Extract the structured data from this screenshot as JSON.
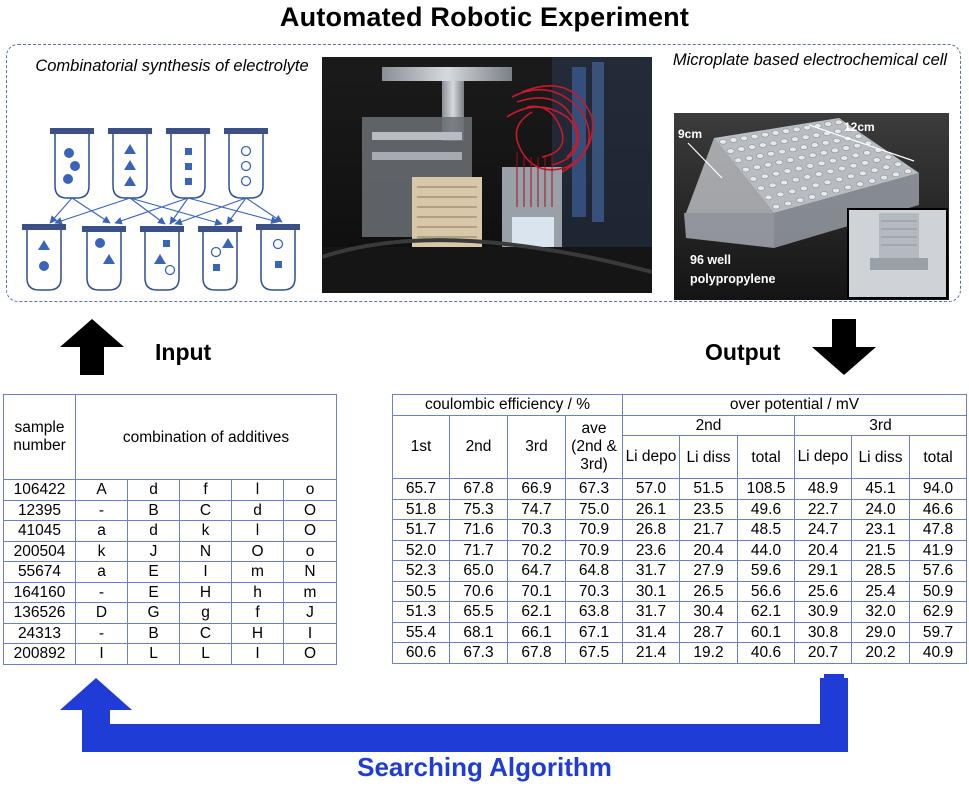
{
  "title": "Automated Robotic Experiment",
  "synthesis_caption": "Combinatorial synthesis of electrolyte",
  "cell_caption": "Microplate based electrochemical cell",
  "plate_width_label": "9cm",
  "plate_length_label": "12cm",
  "plate_material_line1": "96 well",
  "plate_material_line2": "polypropylene",
  "input_label": "Input",
  "output_label": "Output",
  "algorithm_label": "Searching Algorithm",
  "colors": {
    "accent_blue": "#1f3cd6",
    "table_border": "#6a82c4",
    "dashed_border": "#5a6fb0",
    "tube_stroke": "#2f4f8f",
    "icon_fill": "#3a64b8"
  },
  "input_table": {
    "header_sample": "sample number",
    "header_combination": "combination of additives",
    "rows": [
      {
        "id": "106422",
        "additives": [
          "A",
          "d",
          "f",
          "l",
          "o"
        ]
      },
      {
        "id": "12395",
        "additives": [
          "-",
          "B",
          "C",
          "d",
          "O"
        ]
      },
      {
        "id": "41045",
        "additives": [
          "a",
          "d",
          "k",
          "l",
          "O"
        ]
      },
      {
        "id": "200504",
        "additives": [
          "k",
          "J",
          "N",
          "O",
          "o"
        ]
      },
      {
        "id": "55674",
        "additives": [
          "a",
          "E",
          "I",
          "m",
          "N"
        ]
      },
      {
        "id": "164160",
        "additives": [
          "-",
          "E",
          "H",
          "h",
          "m"
        ]
      },
      {
        "id": "136526",
        "additives": [
          "D",
          "G",
          "g",
          "f",
          "J"
        ]
      },
      {
        "id": "24313",
        "additives": [
          "-",
          "B",
          "C",
          "H",
          "I"
        ]
      },
      {
        "id": "200892",
        "additives": [
          "I",
          "L",
          "L",
          "I",
          "O"
        ]
      }
    ]
  },
  "output_table": {
    "header_ce": "coulombic efficiency / %",
    "header_op": "over potential / mV",
    "ce_cols": [
      "1st",
      "2nd",
      "3rd",
      "ave (2nd & 3rd)"
    ],
    "op_groups": [
      "2nd",
      "3rd"
    ],
    "op_cols": [
      "Li depo",
      "Li diss",
      "total"
    ],
    "rows": [
      [
        "65.7",
        "67.8",
        "66.9",
        "67.3",
        "57.0",
        "51.5",
        "108.5",
        "48.9",
        "45.1",
        "94.0"
      ],
      [
        "51.8",
        "75.3",
        "74.7",
        "75.0",
        "26.1",
        "23.5",
        "49.6",
        "22.7",
        "24.0",
        "46.6"
      ],
      [
        "51.7",
        "71.6",
        "70.3",
        "70.9",
        "26.8",
        "21.7",
        "48.5",
        "24.7",
        "23.1",
        "47.8"
      ],
      [
        "52.0",
        "71.7",
        "70.2",
        "70.9",
        "23.6",
        "20.4",
        "44.0",
        "20.4",
        "21.5",
        "41.9"
      ],
      [
        "52.3",
        "65.0",
        "64.7",
        "64.8",
        "31.7",
        "27.9",
        "59.6",
        "29.1",
        "28.5",
        "57.6"
      ],
      [
        "50.5",
        "70.6",
        "70.1",
        "70.3",
        "30.1",
        "26.5",
        "56.6",
        "25.6",
        "25.4",
        "50.9"
      ],
      [
        "51.3",
        "65.5",
        "62.1",
        "63.8",
        "31.7",
        "30.4",
        "62.1",
        "30.9",
        "32.0",
        "62.9"
      ],
      [
        "55.4",
        "68.1",
        "66.1",
        "67.1",
        "31.4",
        "28.7",
        "60.1",
        "30.8",
        "29.0",
        "59.7"
      ],
      [
        "60.6",
        "67.3",
        "67.8",
        "67.5",
        "21.4",
        "19.2",
        "40.6",
        "20.7",
        "20.2",
        "40.9"
      ]
    ]
  }
}
